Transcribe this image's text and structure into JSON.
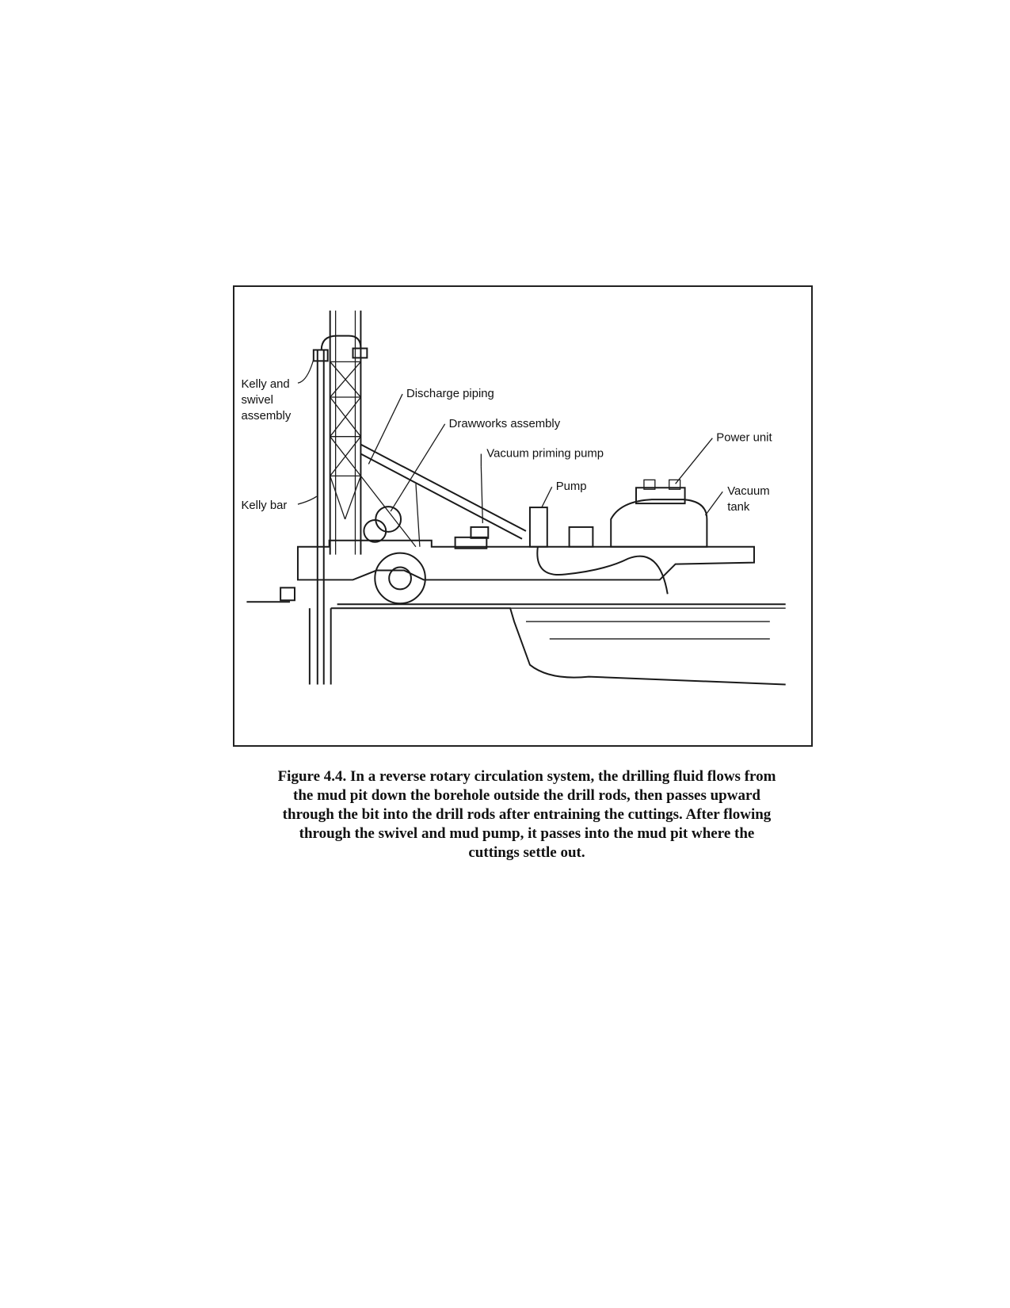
{
  "figure": {
    "labels": {
      "kelly_swivel_line1": "Kelly and",
      "kelly_swivel_line2": "swivel",
      "kelly_swivel_line3": "assembly",
      "kelly_bar": "Kelly bar",
      "discharge_piping": "Discharge piping",
      "drawworks": "Drawworks assembly",
      "vacuum_priming_pump": "Vacuum priming pump",
      "pump": "Pump",
      "power_unit": "Power unit",
      "vacuum_tank_line1": "Vacuum",
      "vacuum_tank_line2": "tank"
    }
  },
  "caption": {
    "line1": "Figure 4.4. In a reverse rotary circulation system, the drilling fluid flows from",
    "line2": "the mud pit down the borehole outside the drill rods, then passes upward",
    "line3": "through the bit into the drill rods after entraining the cuttings. After flowing",
    "line4": "through the swivel and mud pump, it passes into the mud pit where the",
    "line5": "cuttings settle out."
  }
}
